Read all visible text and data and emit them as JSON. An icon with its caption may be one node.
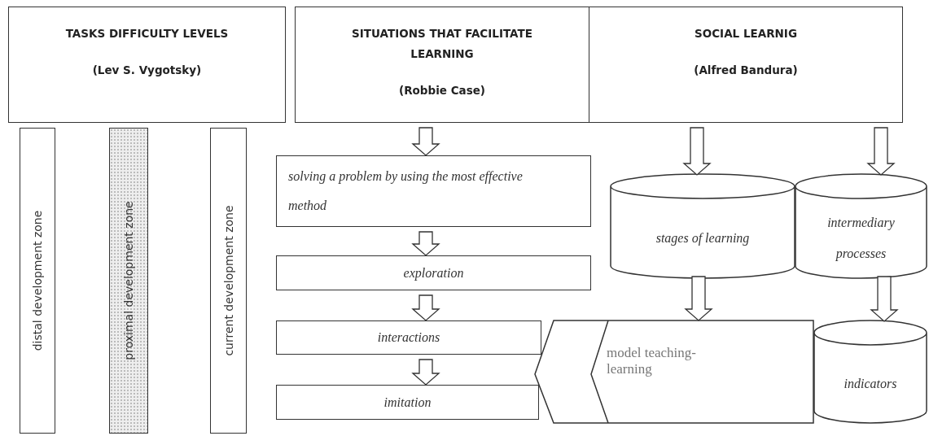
{
  "diagram": {
    "nodes": [
      {
        "text": [
          "TASKS DIFFICULTY LEVELS",
          "(Lev S. Vygotsky)"
        ]
      },
      {
        "text": [
          "SITUATIONS THAT FACILITATE LEARNING",
          "(Robbie Case)"
        ]
      },
      {
        "text": [
          "SOCIAL LEARNIG",
          "(Alfred Bandura)"
        ]
      },
      {
        "text": [
          "distal development zone"
        ]
      },
      {
        "text": [
          "proximal development zone"
        ]
      },
      {
        "text": [
          "current development zone"
        ]
      },
      {
        "text": [
          "solving a problem by using the most effective method"
        ]
      },
      {
        "text": [
          "stages of learning"
        ]
      },
      {
        "text": [
          "intermediary processes"
        ]
      },
      {
        "text": [
          "exploration"
        ]
      },
      {
        "text": [
          "interactions"
        ]
      },
      {
        "text": [
          "imitation"
        ]
      },
      {
        "text": [
          "model teaching-learning"
        ]
      },
      {
        "text": [
          "indicators"
        ]
      }
    ],
    "edges": [
      {
        "from": 1,
        "to": 6,
        "arrow": "to"
      },
      {
        "from": 2,
        "to": 7,
        "arrow": "to"
      },
      {
        "from": 2,
        "to": 8,
        "arrow": "to"
      },
      {
        "from": 6,
        "to": 9,
        "arrow": "to"
      },
      {
        "from": 9,
        "to": 10,
        "arrow": "to"
      },
      {
        "from": 10,
        "to": 11,
        "arrow": "to"
      },
      {
        "from": 7,
        "to": 12,
        "arrow": "to"
      },
      {
        "from": 8,
        "to": 13,
        "arrow": "to"
      }
    ]
  }
}
